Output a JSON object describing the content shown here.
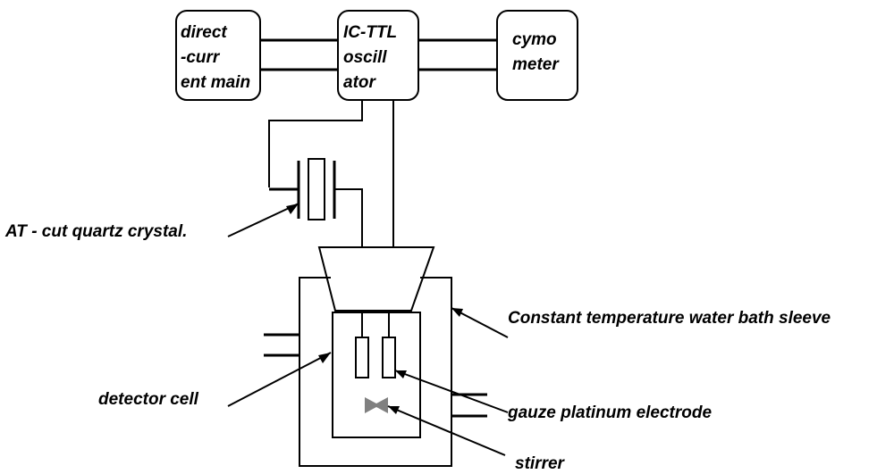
{
  "boxes": {
    "dc_main": [
      "direct",
      "-curr",
      "ent main"
    ],
    "oscillator": [
      "IC-TTL",
      "oscill",
      "ator"
    ],
    "cymometer": [
      "cymo",
      "meter"
    ]
  },
  "labels": {
    "crystal": "AT - cut quartz crystal.",
    "water_bath": "Constant temperature water bath sleeve",
    "detector_cell": "detector cell",
    "electrode": "gauze platinum electrode",
    "stirrer": "stirrer"
  },
  "colors": {
    "line": "#000000",
    "stirrer": "#808080"
  }
}
